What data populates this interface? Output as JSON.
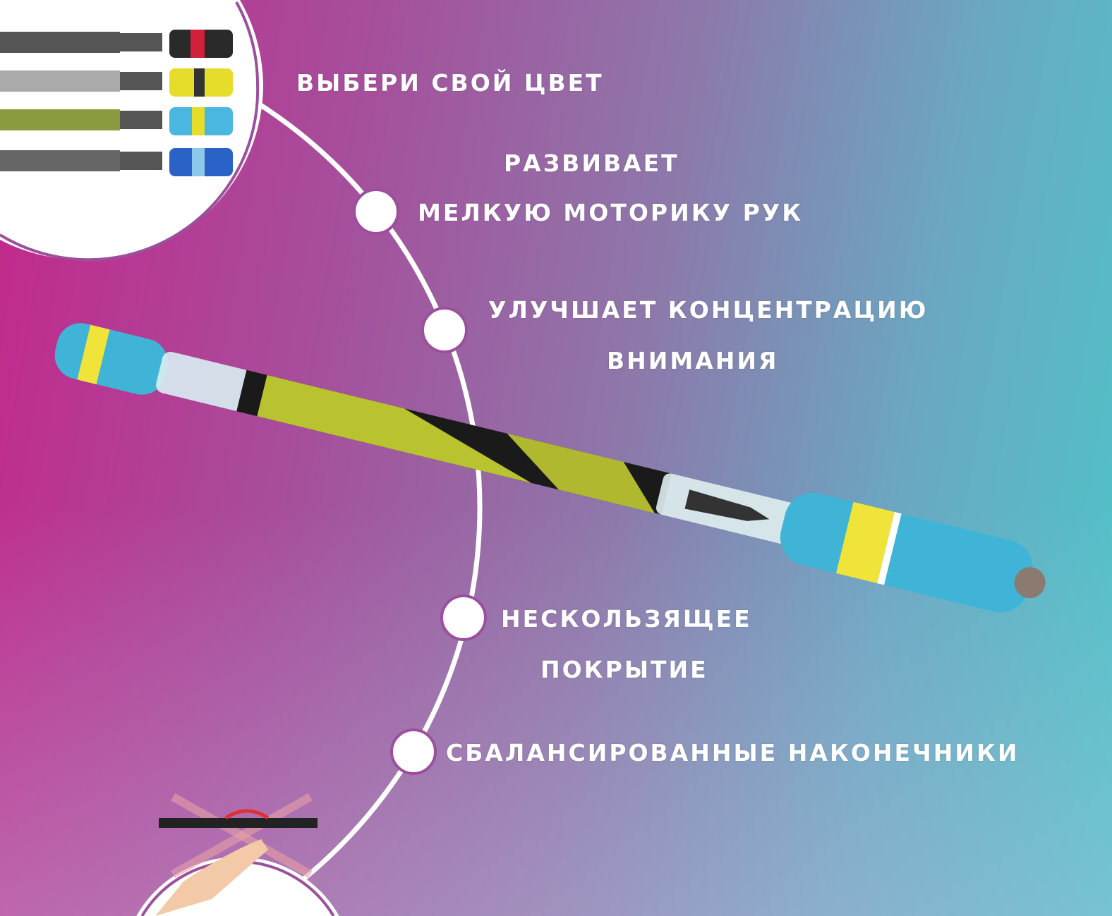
{
  "features": [
    {
      "lines": [
        "ВЫБЕРИ СВОЙ ЦВЕТ"
      ]
    },
    {
      "lines": [
        "РАЗВИВАЕТ",
        "МЕЛКУЮ МОТОРИКУ РУК"
      ]
    },
    {
      "lines": [
        "УЛУЧШАЕТ КОНЦЕНТРАЦИЮ",
        "ВНИМАНИЯ"
      ]
    },
    {
      "lines": [
        "НЕСКОЛЬЗЯЩЕЕ",
        "ПОКРЫТИЕ"
      ]
    },
    {
      "lines": [
        "СБАЛАНСИРОВАННЫЕ НАКОНЕЧНИКИ"
      ]
    }
  ],
  "colors": {
    "accent": "#9b4f9c",
    "pen_cap": "#3fb4d6",
    "pen_ring": "#f0e43a"
  }
}
